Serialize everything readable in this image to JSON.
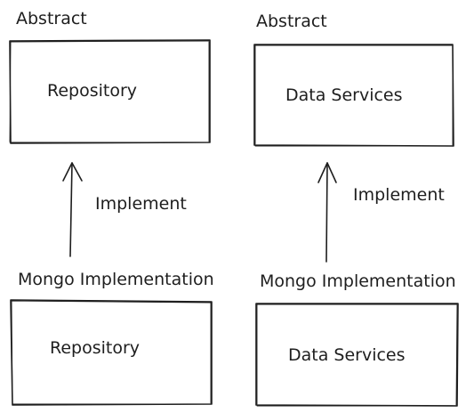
{
  "diagram": {
    "stroke_color": "#1e1e1e",
    "background": "#ffffff",
    "left_column": {
      "top_caption": "Abstract",
      "top_box": "Repository",
      "arrow_label": "Implement",
      "bottom_caption": "Mongo Implementation",
      "bottom_box": "Repository"
    },
    "right_column": {
      "top_caption": "Abstract",
      "top_box": "Data Services",
      "arrow_label": "Implement",
      "bottom_caption": "Mongo Implementation",
      "bottom_box": "Data Services"
    }
  }
}
